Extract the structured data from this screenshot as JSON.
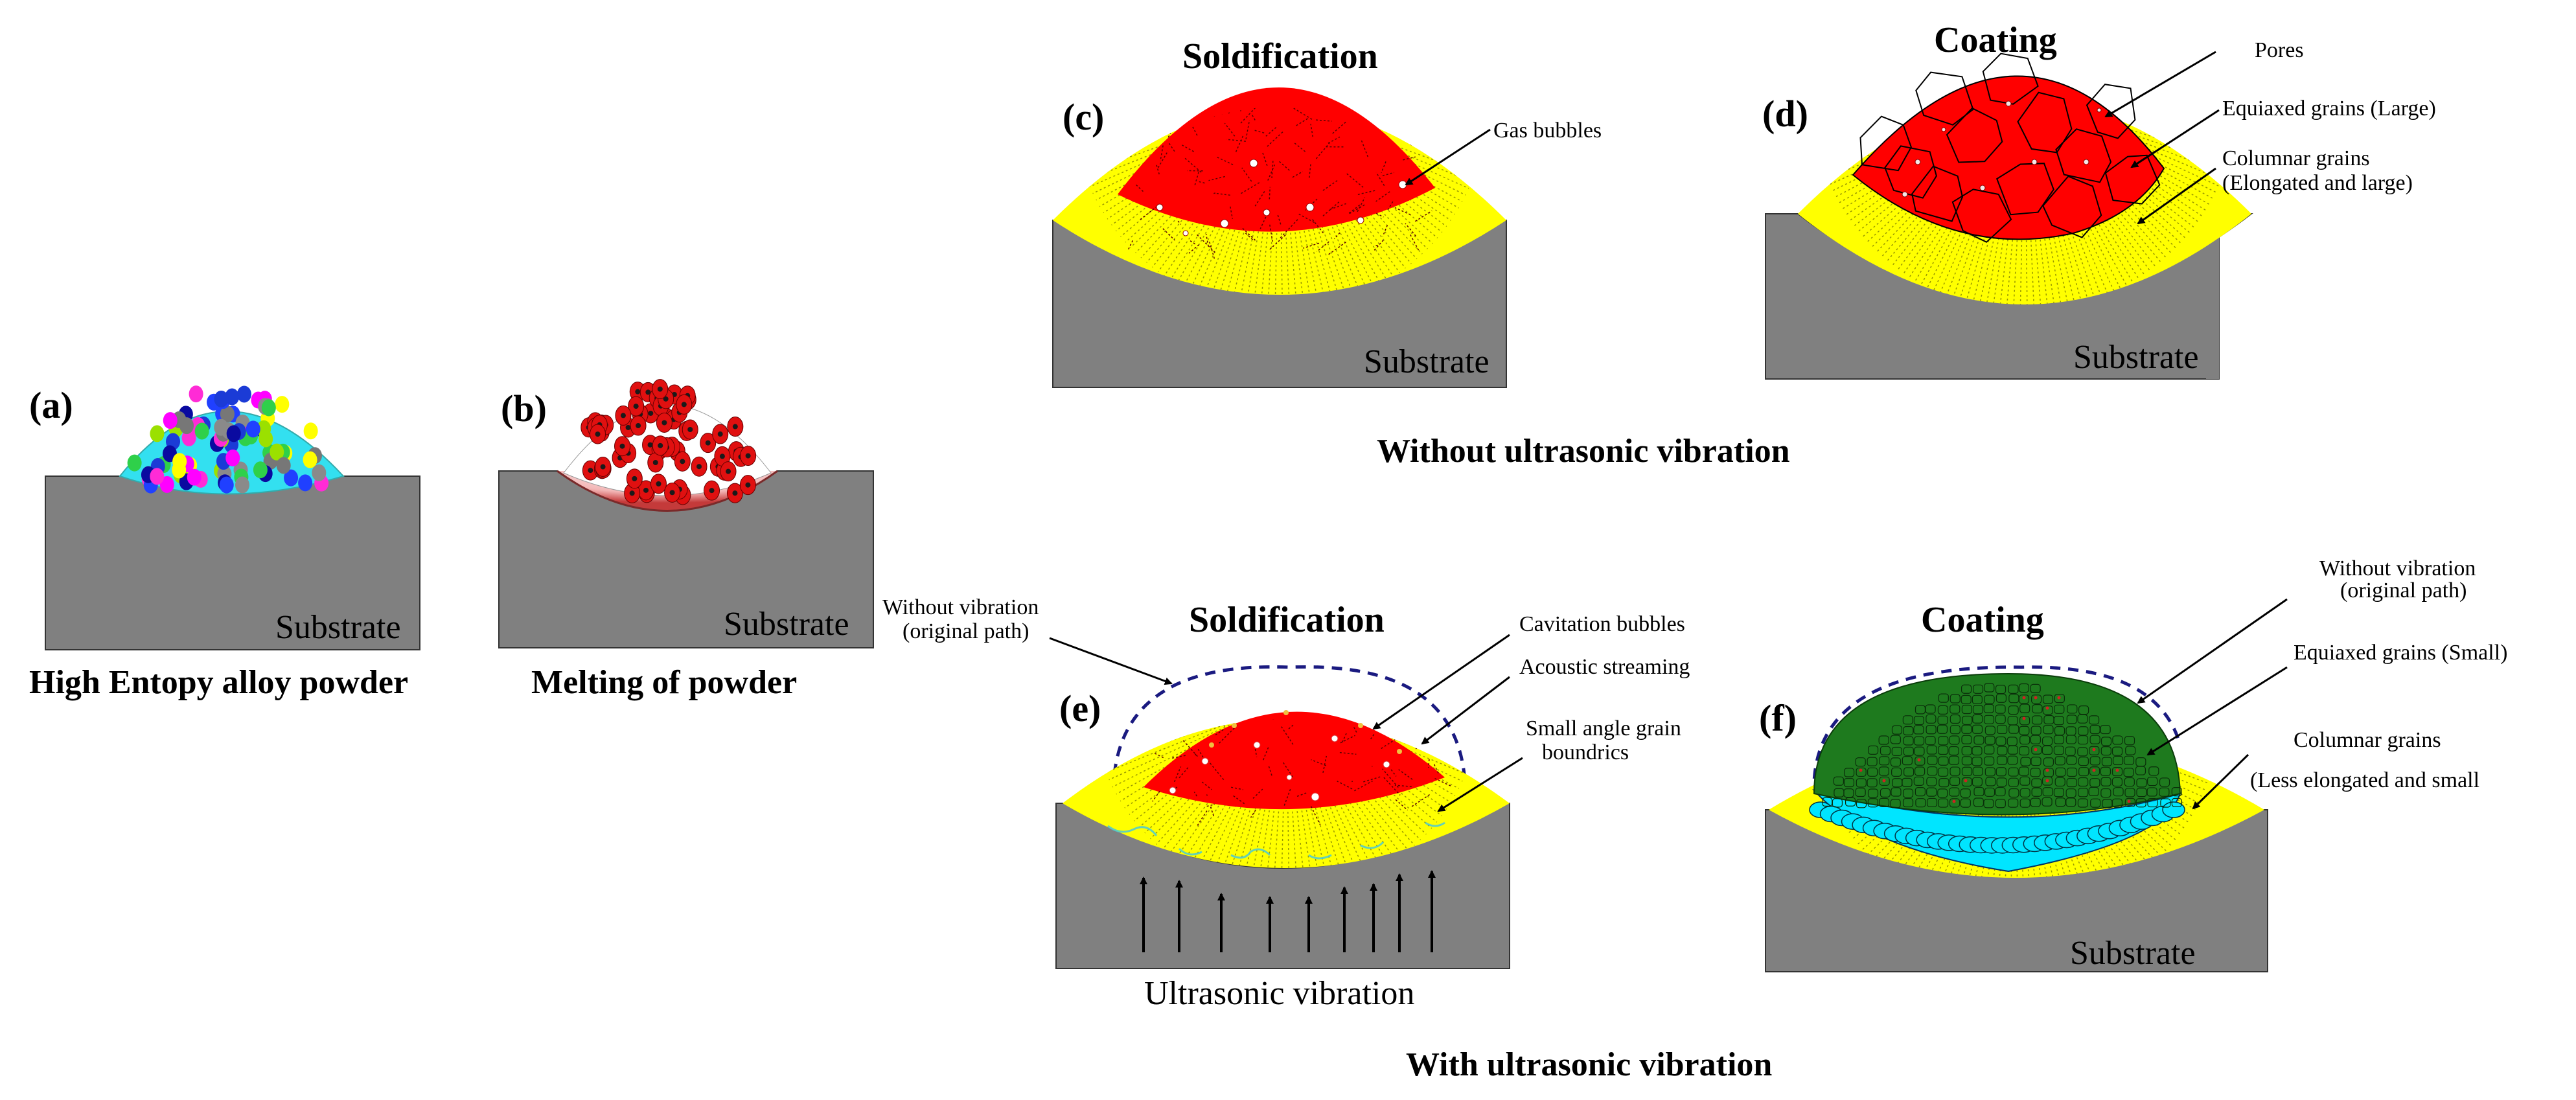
{
  "colors": {
    "substrate": "#808080",
    "melt": "#ff0000",
    "columnar": "#ffff00",
    "equiaxed_small": "#1e7a1e",
    "interlayer": "#00e5ff",
    "powder_bg": "#33e0f0",
    "dashed_path": "#1a1a80"
  },
  "panels": {
    "a": {
      "label": "(a)",
      "substrate": "Substrate",
      "caption": "High Entopy alloy powder"
    },
    "b": {
      "label": "(b)",
      "substrate": "Substrate",
      "caption": "Melting of powder"
    },
    "c": {
      "label": "(c)",
      "title": "Soldification",
      "substrate": "Substrate",
      "annotation_gas": "Gas bubbles"
    },
    "d": {
      "label": "(d)",
      "title": "Coating",
      "substrate": "Substrate",
      "annotation_pores": "Pores",
      "annotation_equiaxed": "Equiaxed grains (Large)",
      "annotation_columnar_1": "Columnar grains",
      "annotation_columnar_2": "(Elongated and large)"
    },
    "e": {
      "label": "(e)",
      "title": "Soldification",
      "substrate": "Ultrasonic vibration",
      "annotation_path_1": "Without vibration",
      "annotation_path_2": "(original path)",
      "annotation_cavitation": "Cavitation bubbles",
      "annotation_streaming": "Acoustic streaming",
      "annotation_small_1": "Small angle grain",
      "annotation_small_2": "boundrics"
    },
    "f": {
      "label": "(f)",
      "title": "Coating",
      "substrate": "Substrate",
      "annotation_path_1": "Without vibration",
      "annotation_path_2": "(original path)",
      "annotation_equiaxed": "Equiaxed grains (Small)",
      "annotation_columnar_1": "Columnar grains",
      "annotation_columnar_2": "(Less elongated and small"
    }
  },
  "group_captions": {
    "without": "Without ultrasonic vibration",
    "with": "With ultrasonic vibration"
  }
}
